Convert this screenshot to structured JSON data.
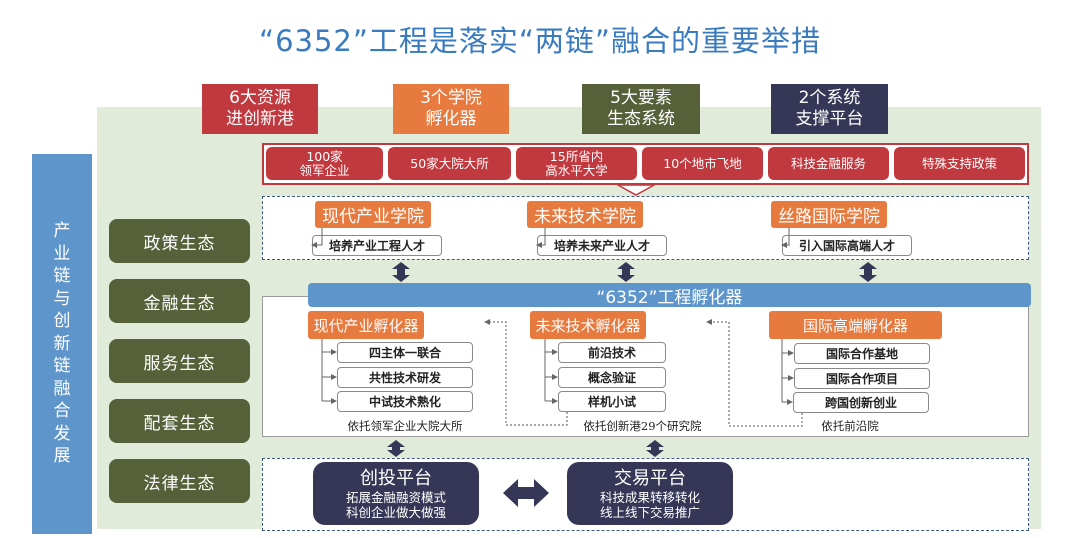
{
  "title": "“6352”工程是落实“两链”融合的重要举措",
  "top_headers": [
    {
      "line1": "6大资源",
      "line2": "进创新港",
      "color": "#c0393f"
    },
    {
      "line1": "3个学院",
      "line2": "孵化器",
      "color": "#e77b3f"
    },
    {
      "line1": "5大要素",
      "line2": "生态系统",
      "color": "#56613a"
    },
    {
      "line1": "2个系统",
      "line2": "支撑平台",
      "color": "#363757"
    }
  ],
  "side_label": [
    "产",
    "业",
    "链",
    "与",
    "创",
    "新",
    "链",
    "融",
    "合",
    "发",
    "展"
  ],
  "ecosystems": [
    "政策生态",
    "金融生态",
    "服务生态",
    "配套生态",
    "法律生态"
  ],
  "resources": [
    {
      "line1": "100家",
      "line2": "领军企业"
    },
    {
      "line1": "50家大院大所",
      "line2": ""
    },
    {
      "line1": "15所省内",
      "line2": "高水平大学"
    },
    {
      "line1": "10个地市飞地",
      "line2": ""
    },
    {
      "line1": "科技金融服务",
      "line2": ""
    },
    {
      "line1": "特殊支持政策",
      "line2": ""
    }
  ],
  "colleges": [
    {
      "name": "现代产业学院",
      "goal": "培养产业工程人才"
    },
    {
      "name": "未来技术学院",
      "goal": "培养未来产业人才"
    },
    {
      "name": "丝路国际学院",
      "goal": "引入国际高端人才"
    }
  ],
  "incubator_bar": "“6352”工程孵化器",
  "incubators": [
    {
      "name": "现代产业孵化器",
      "items": [
        "四主体一联合",
        "共性技术研发",
        "中试技术熟化"
      ],
      "basis": "依托领军企业大院大所"
    },
    {
      "name": "未来技术孵化器",
      "items": [
        "前沿技术",
        "概念验证",
        "样机小试"
      ],
      "basis": "依托创新港29个研究院"
    },
    {
      "name": "国际高端孵化器",
      "items": [
        "国际合作基地",
        "国际合作项目",
        "跨国创新创业"
      ],
      "basis": "依托前沿院"
    }
  ],
  "platforms": [
    {
      "name": "创投平台",
      "line1": "拓展金融融资模式",
      "line2": "科创企业做大做强"
    },
    {
      "name": "交易平台",
      "line1": "科技成果转移转化",
      "line2": "线上线下交易推广"
    }
  ],
  "colors": {
    "accent_blue": "#5e96cc",
    "red": "#c0393f",
    "orange": "#e77b3f",
    "olive": "#56613a",
    "navy": "#363757",
    "bg_green": "#e0ebd9"
  }
}
